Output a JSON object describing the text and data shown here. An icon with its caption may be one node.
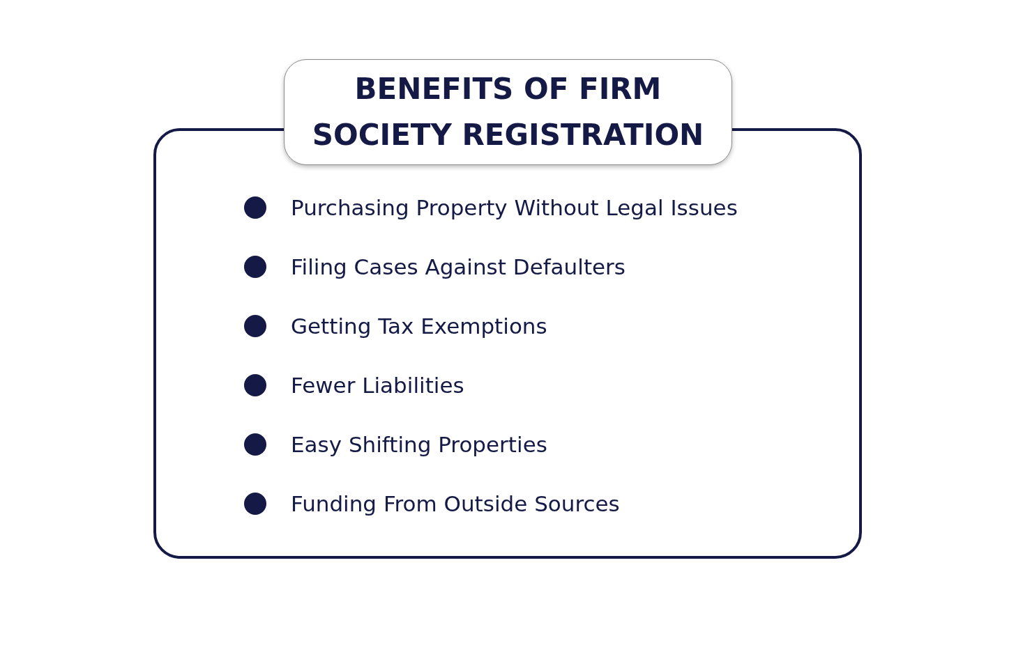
{
  "diagram": {
    "nodes": [
      {
        "text": [],
        "shape": "box"
      },
      {
        "text": [
          "BENEFITS OF FIRM SOCIETY REGISTRATION"
        ]
      }
    ],
    "edges": [],
    "labels": [
      "Purchasing Property Without Legal Issues",
      "Filing Cases Against Defaulters",
      "Getting Tax Exemptions",
      "Fewer Liabilities",
      "Easy Shifting Properties",
      "Funding From Outside Sources"
    ]
  }
}
